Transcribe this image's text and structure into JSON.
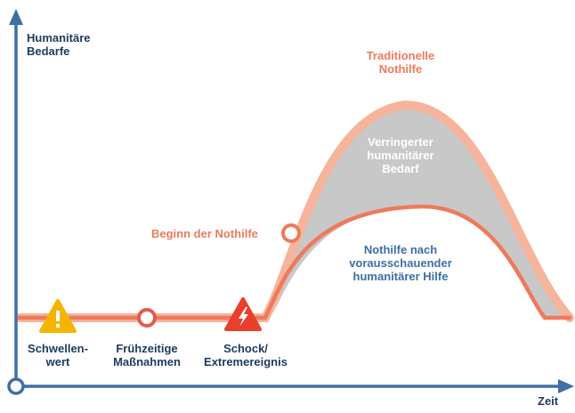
{
  "axes": {
    "y_label_line1": "Humanitäre",
    "y_label_line2": "Bedarfe",
    "x_label": "Zeit"
  },
  "curves": {
    "traditional_line1": "Traditionelle",
    "traditional_line2": "Nothilfe",
    "reduced_line1": "Verringerter",
    "reduced_line2": "humanitärer",
    "reduced_line3": "Bedarf",
    "anticipatory_line1": "Nothilfe nach",
    "anticipatory_line2": "vorausschauender",
    "anticipatory_line3": "humanitärer Hilfe"
  },
  "markers": {
    "threshold_line1": "Schwellen-",
    "threshold_line2": "wert",
    "early_line1": "Frühzeitige",
    "early_line2": "Maßnahmen",
    "shock_line1": "Schock/",
    "shock_line2": "Extremereignis",
    "response_start": "Beginn der Nothilfe"
  },
  "colors": {
    "axis": "#3e6fa5",
    "traditional": "#f5b49b",
    "anticipatory": "#ee7a5c",
    "reduced_fill": "#c8c8c8",
    "warning": "#f5b400",
    "shock": "#e8402a",
    "label_navy": "#1e3a5f"
  }
}
